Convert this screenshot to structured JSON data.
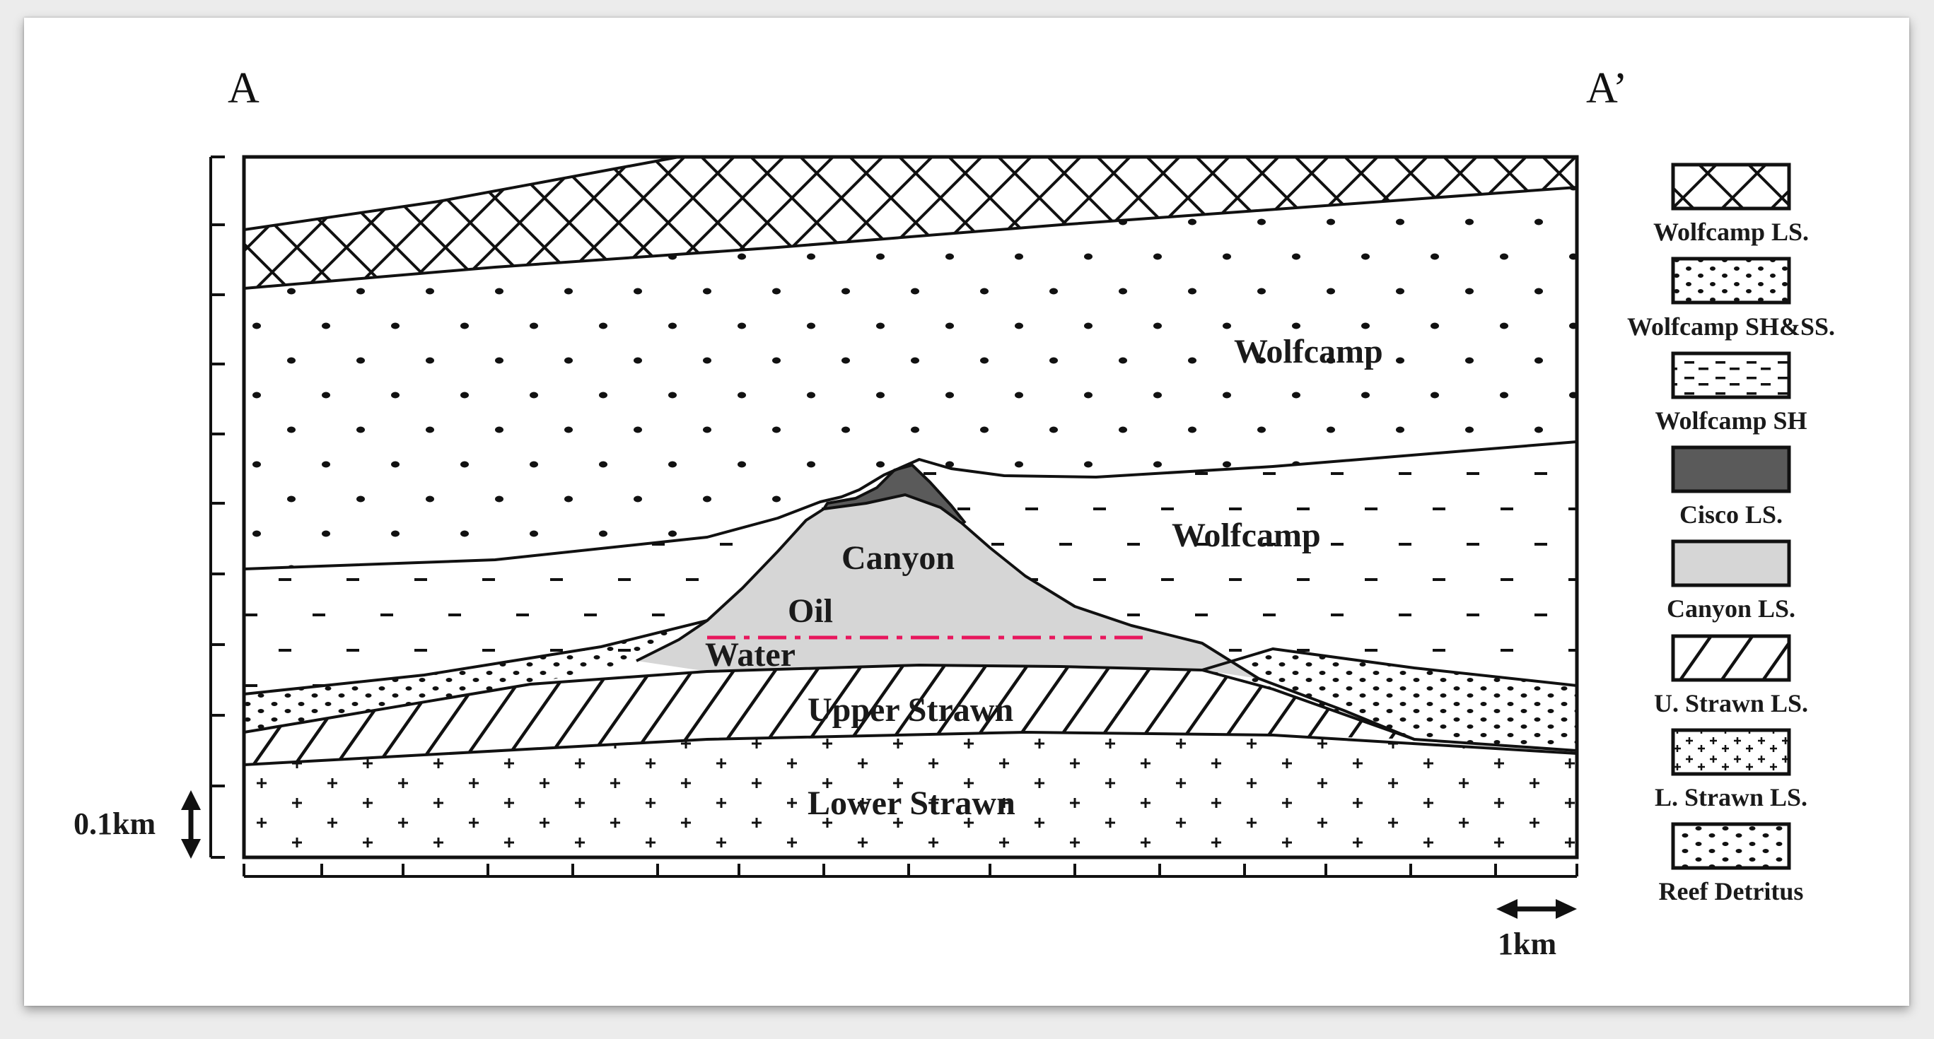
{
  "section": {
    "left_end": "A",
    "right_end": "A’"
  },
  "layers": {
    "wolfcamp_upper": "Wolfcamp",
    "wolfcamp_lower": "Wolfcamp",
    "canyon": "Canyon",
    "oil": "Oil",
    "water": "Water",
    "upper_strawn": "Upper Strawn",
    "lower_strawn": "Lower Strawn"
  },
  "scales": {
    "vertical": "0.1km",
    "horizontal": "1km"
  },
  "legend": [
    {
      "label": "Wolfcamp LS.",
      "pattern": "crosshatch"
    },
    {
      "label": "Wolfcamp SH&SS.",
      "pattern": "dots"
    },
    {
      "label": "Wolfcamp SH",
      "pattern": "dashes"
    },
    {
      "label": "Cisco LS.",
      "pattern": "dark"
    },
    {
      "label": "Canyon LS.",
      "pattern": "light"
    },
    {
      "label": "U. Strawn LS.",
      "pattern": "diagonal"
    },
    {
      "label": "L. Strawn LS.",
      "pattern": "plus"
    },
    {
      "label": "Reef Detritus",
      "pattern": "detritus"
    }
  ],
  "colors": {
    "outline": "#111111",
    "canyon_fill": "#d6d6d6",
    "cisco_fill": "#5a5a5a",
    "oil_water_contact": "#e8175d"
  }
}
